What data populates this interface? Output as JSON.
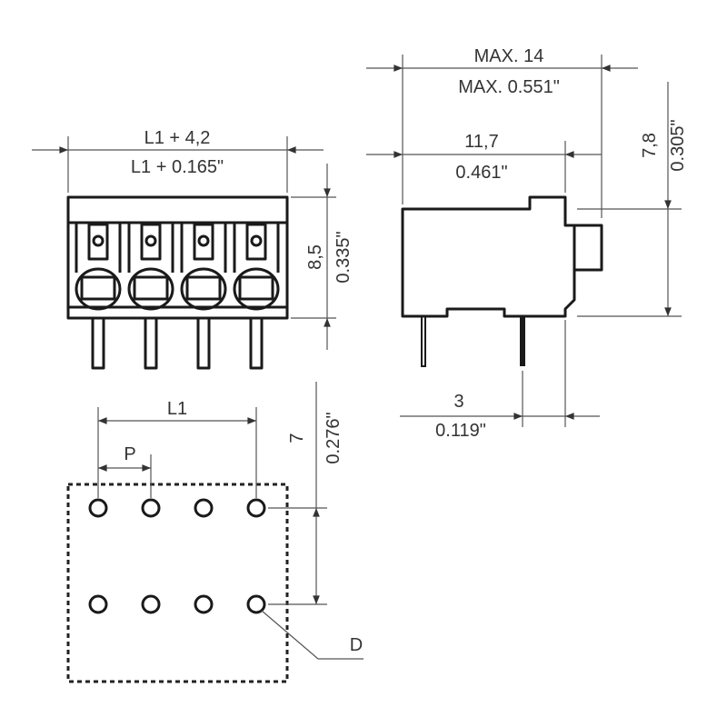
{
  "front_view": {
    "width_mm": "L1 + 4,2",
    "width_in": "L1 + 0.165\"",
    "height_mm": "8,5",
    "height_in": "0.335\"",
    "poles": 4
  },
  "side_view": {
    "max_mm": "MAX. 14",
    "max_in": "MAX. 0.551\"",
    "depth_mm": "11,7",
    "depth_in": "0.461\"",
    "height_mm": "7,8",
    "height_in": "0.305\"",
    "pin_mm": "3",
    "pin_in": "0.119\""
  },
  "footprint": {
    "pitch_span": "L1",
    "pitch": "P",
    "row_mm": "7",
    "row_in": "0.276\"",
    "hole_label": "D"
  }
}
